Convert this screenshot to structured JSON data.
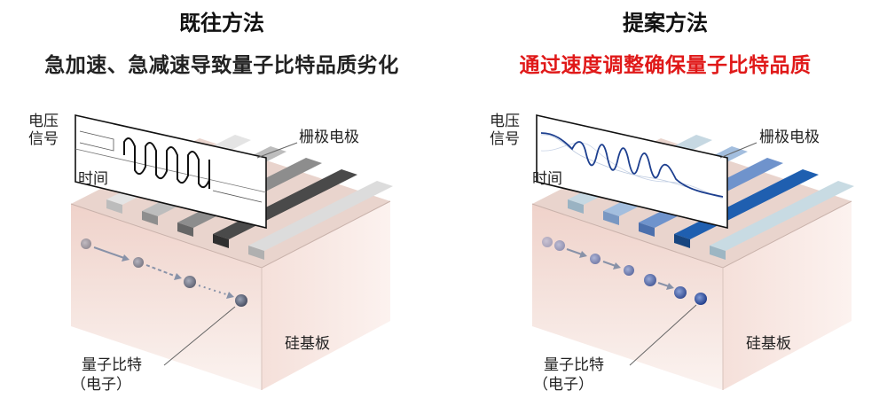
{
  "left": {
    "title": "既往方法",
    "subtitle": "急加速、急减速导致量子比特品质劣化",
    "voltage_label_line1": "电压",
    "voltage_label_line2": "信号",
    "time_label": "时间",
    "gate_label": "栅极电极",
    "qubit_label_line1": "量子比特",
    "qubit_label_line2": "（电子）",
    "substrate_label": "硅基板"
  },
  "right": {
    "title": "提案方法",
    "subtitle": "通过速度调整确保量子比特品质",
    "voltage_label_line1": "电压",
    "voltage_label_line2": "信号",
    "time_label": "时间",
    "gate_label": "栅极电极",
    "qubit_label_line1": "量子比特",
    "qubit_label_line2": "（电子）",
    "substrate_label": "硅基板"
  },
  "colors": {
    "proposal_subtitle": "#e01919",
    "electrode_gray_dark": "#4a4a4a",
    "electrode_blue_dark": "#1f5fb0",
    "substrate_pink": "#f1d9d2"
  }
}
